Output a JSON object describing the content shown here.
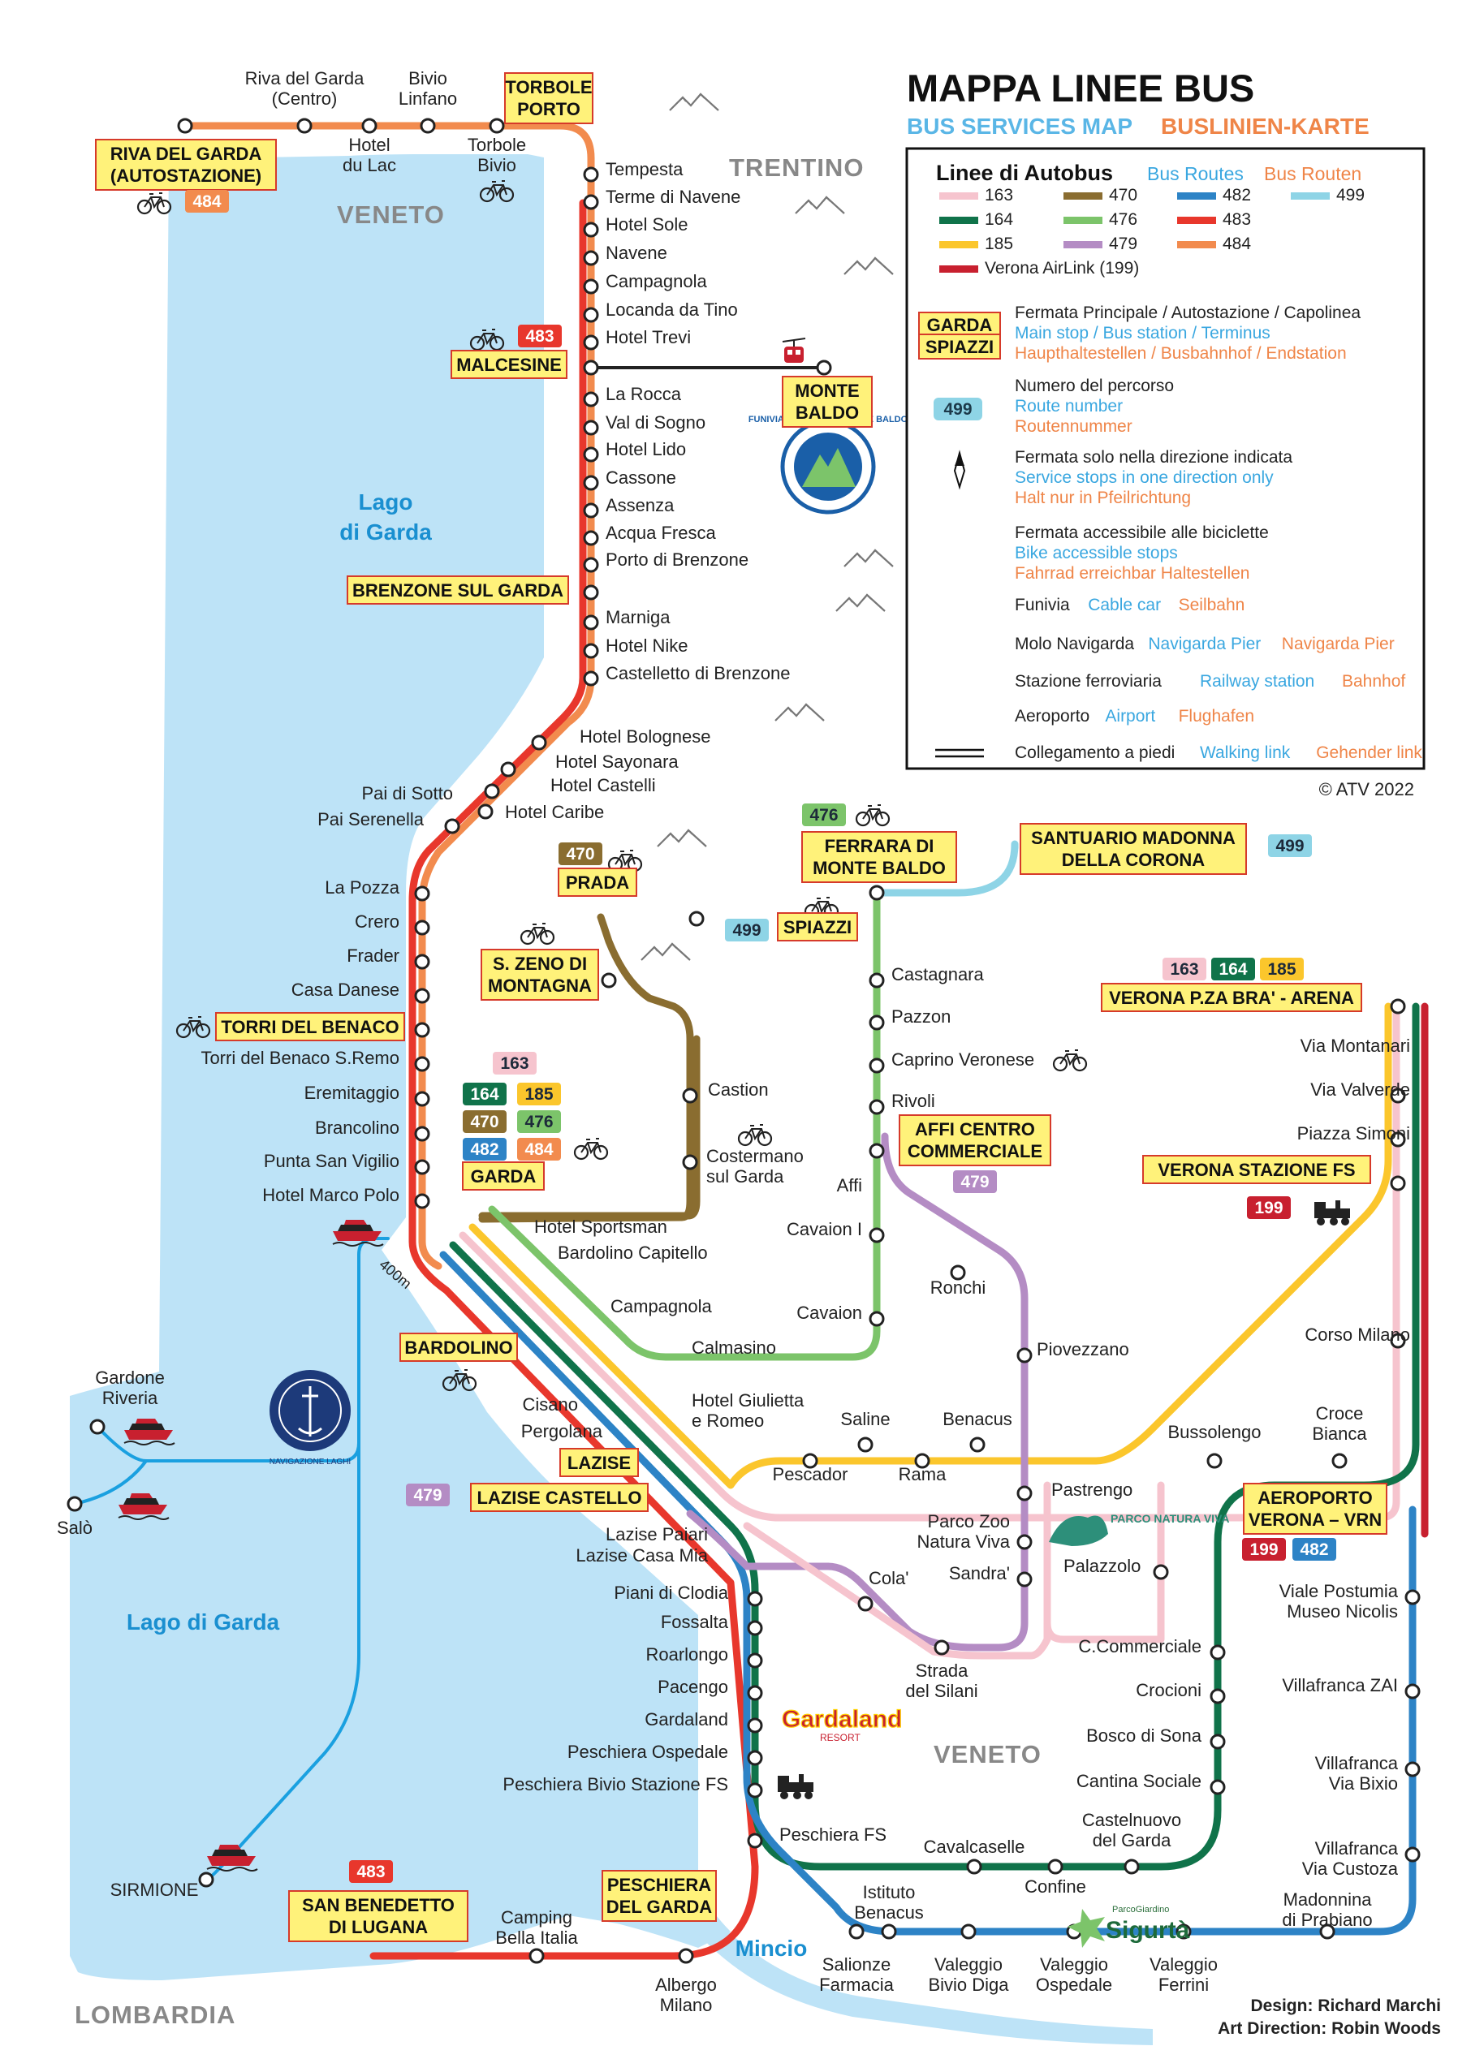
{
  "title": "MAPPA LINEE BUS",
  "subtitle_en": "BUS SERVICES MAP",
  "subtitle_de": "BUSLINIEN-KARTE",
  "copyright": "© ATV 2022",
  "credits": [
    "Design: Richard Marchi",
    "Art Direction: Robin Woods"
  ],
  "regions": [
    "TRENTINO",
    "VENETO",
    "VENETO",
    "LOMBARDIA"
  ],
  "lake_labels": [
    "Lago",
    "di Garda",
    "Lago di Garda",
    "Mincio"
  ],
  "walk_distance": "400m",
  "colors": {
    "163": "#f6c4ce",
    "164": "#10734a",
    "185": "#fbc62c",
    "470": "#8a6d30",
    "476": "#7cc46a",
    "479": "#b48cc4",
    "482": "#2d83c6",
    "483": "#e8372c",
    "484": "#f28b4e",
    "499": "#8ed4e6",
    "199": "#c8202f",
    "lake": "#bde3f7",
    "main_stop_fill": "#fff27a",
    "main_stop_border": "#d63a2a"
  },
  "legend": {
    "heading_it": "Linee di Autobus",
    "heading_en": "Bus Routes",
    "heading_de": "Bus Routen",
    "routes": [
      {
        "code": "163",
        "label": "163"
      },
      {
        "code": "470",
        "label": "470"
      },
      {
        "code": "482",
        "label": "482"
      },
      {
        "code": "499",
        "label": "499"
      },
      {
        "code": "164",
        "label": "164"
      },
      {
        "code": "476",
        "label": "476"
      },
      {
        "code": "483",
        "label": "483"
      },
      {
        "code": "185",
        "label": "185"
      },
      {
        "code": "479",
        "label": "479"
      },
      {
        "code": "484",
        "label": "484"
      },
      {
        "code": "199",
        "label": "Verona AirLink (199)"
      }
    ],
    "items": [
      {
        "symbol": "GARDA SPIAZZI",
        "it": "Fermata Principale / Autostazione / Capolinea",
        "en": "Main stop / Bus station / Terminus",
        "de": "Haupthaltestellen / Busbahnhof / Endstation"
      },
      {
        "symbol": "499",
        "it": "Numero del percorso",
        "en": "Route number",
        "de": "Routennummer"
      },
      {
        "symbol": "arrow",
        "it": "Fermata solo nella direzione indicata",
        "en": "Service stops in one direction only",
        "de": "Halt nur in Pfeilrichtung"
      },
      {
        "symbol": "bike",
        "it": "Fermata accessibile alle biciclette",
        "en": "Bike accessible stops",
        "de": "Fahrrad erreichbar Haltestellen"
      },
      {
        "symbol": "cablecar",
        "it": "Funivia",
        "en": "Cable car",
        "de": "Seilbahn"
      },
      {
        "symbol": "ship",
        "it": "Molo Navigarda",
        "en": "Navigarda Pier",
        "de": "Navigarda Pier"
      },
      {
        "symbol": "train",
        "it": "Stazione ferroviaria",
        "en": "Railway station",
        "de": "Bahnhof"
      },
      {
        "symbol": "plane",
        "it": "Aeroporto",
        "en": "Airport",
        "de": "Flughafen"
      },
      {
        "symbol": "walk",
        "it": "Collegamento a piedi",
        "en": "Walking link",
        "de": "Gehender link"
      }
    ],
    "main_symbol": [
      "GARDA",
      "SPIAZZI"
    ],
    "route_symbol": "499"
  },
  "main_stops": [
    {
      "id": "riva",
      "lines": [
        "RIVA DEL GARDA",
        "(AUTOSTAZIONE)"
      ]
    },
    {
      "id": "torbole",
      "lines": [
        "TORBOLE",
        "PORTO"
      ]
    },
    {
      "id": "malcesine",
      "lines": [
        "MALCESINE"
      ]
    },
    {
      "id": "montebaldo",
      "lines": [
        "MONTE",
        "BALDO"
      ]
    },
    {
      "id": "brenzone",
      "lines": [
        "BRENZONE SUL GARDA"
      ]
    },
    {
      "id": "prada",
      "lines": [
        "PRADA"
      ]
    },
    {
      "id": "szeno",
      "lines": [
        "S. ZENO DI",
        "MONTAGNA"
      ]
    },
    {
      "id": "ferrara",
      "lines": [
        "FERRARA DI",
        "MONTE BALDO"
      ]
    },
    {
      "id": "santuario",
      "lines": [
        "SANTUARIO MADONNA",
        "DELLA CORONA"
      ]
    },
    {
      "id": "spiazzi",
      "lines": [
        "SPIAZZI"
      ]
    },
    {
      "id": "torri",
      "lines": [
        "TORRI DEL BENACO"
      ]
    },
    {
      "id": "garda",
      "lines": [
        "GARDA"
      ]
    },
    {
      "id": "affi",
      "lines": [
        "AFFI CENTRO",
        "COMMERCIALE"
      ]
    },
    {
      "id": "veronabra",
      "lines": [
        "VERONA P.ZA BRA' - ARENA"
      ]
    },
    {
      "id": "veronafs",
      "lines": [
        "VERONA STAZIONE FS"
      ]
    },
    {
      "id": "bardolino",
      "lines": [
        "BARDOLINO"
      ]
    },
    {
      "id": "lazise",
      "lines": [
        "LAZISE"
      ]
    },
    {
      "id": "lazisecastello",
      "lines": [
        "LAZISE CASTELLO"
      ]
    },
    {
      "id": "aeroporto",
      "lines": [
        "AEROPORTO",
        "VERONA – VRN"
      ]
    },
    {
      "id": "sanbenedetto",
      "lines": [
        "SAN BENEDETTO",
        "DI LUGANA"
      ]
    },
    {
      "id": "peschiera",
      "lines": [
        "PESCHIERA",
        "DEL GARDA"
      ]
    }
  ],
  "badges": [
    {
      "code": "484",
      "label": "484"
    },
    {
      "code": "483",
      "label": "483"
    },
    {
      "code": "470",
      "label": "470"
    },
    {
      "code": "476",
      "label": "476"
    },
    {
      "code": "499",
      "label": "499"
    },
    {
      "code": "499",
      "label": "499"
    },
    {
      "code": "163",
      "label": "163"
    },
    {
      "code": "164",
      "label": "164"
    },
    {
      "code": "185",
      "label": "185"
    },
    {
      "code": "163",
      "label": "163"
    },
    {
      "code": "164",
      "label": "164"
    },
    {
      "code": "185",
      "label": "185"
    },
    {
      "code": "470",
      "label": "470"
    },
    {
      "code": "476",
      "label": "476"
    },
    {
      "code": "482",
      "label": "482"
    },
    {
      "code": "484",
      "label": "484"
    },
    {
      "code": "479",
      "label": "479"
    },
    {
      "code": "199",
      "label": "199"
    },
    {
      "code": "479",
      "label": "479"
    },
    {
      "code": "199",
      "label": "199"
    },
    {
      "code": "482",
      "label": "482"
    },
    {
      "code": "483",
      "label": "483"
    }
  ],
  "stops": [
    {
      "id": "s1",
      "lines": [
        "Riva del Garda",
        "(Centro)"
      ]
    },
    {
      "id": "s2",
      "lines": [
        "Bivio",
        "Linfano"
      ]
    },
    {
      "id": "s3",
      "lines": [
        "Hotel",
        "du Lac"
      ]
    },
    {
      "id": "s4",
      "lines": [
        "Torbole",
        "Bivio"
      ]
    },
    {
      "id": "s5",
      "lines": [
        "Tempesta"
      ]
    },
    {
      "id": "s6",
      "lines": [
        "Terme di Navene"
      ]
    },
    {
      "id": "s7",
      "lines": [
        "Hotel Sole"
      ]
    },
    {
      "id": "s8",
      "lines": [
        "Navene"
      ]
    },
    {
      "id": "s9",
      "lines": [
        "Campagnola"
      ]
    },
    {
      "id": "s10",
      "lines": [
        "Locanda da Tino"
      ]
    },
    {
      "id": "s11",
      "lines": [
        "Hotel Trevi"
      ]
    },
    {
      "id": "s12",
      "lines": [
        "La Rocca"
      ]
    },
    {
      "id": "s13",
      "lines": [
        "Val di Sogno"
      ]
    },
    {
      "id": "s14",
      "lines": [
        "Hotel Lido"
      ]
    },
    {
      "id": "s15",
      "lines": [
        "Cassone"
      ]
    },
    {
      "id": "s16",
      "lines": [
        "Assenza"
      ]
    },
    {
      "id": "s17",
      "lines": [
        "Acqua Fresca"
      ]
    },
    {
      "id": "s18",
      "lines": [
        "Porto di Brenzone"
      ]
    },
    {
      "id": "s19",
      "lines": [
        "Marniga"
      ]
    },
    {
      "id": "s20",
      "lines": [
        "Hotel Nike"
      ]
    },
    {
      "id": "s21",
      "lines": [
        "Castelletto di Brenzone"
      ]
    },
    {
      "id": "s22",
      "lines": [
        "Hotel Bolognese"
      ]
    },
    {
      "id": "s23",
      "lines": [
        "Hotel Sayonara"
      ]
    },
    {
      "id": "s24",
      "lines": [
        "Hotel Castelli"
      ]
    },
    {
      "id": "s25",
      "lines": [
        "Hotel Caribe"
      ]
    },
    {
      "id": "s26",
      "lines": [
        "Pai di Sotto"
      ]
    },
    {
      "id": "s27",
      "lines": [
        "Pai Serenella"
      ]
    },
    {
      "id": "s28",
      "lines": [
        "La Pozza"
      ]
    },
    {
      "id": "s29",
      "lines": [
        "Crero"
      ]
    },
    {
      "id": "s30",
      "lines": [
        "Frader"
      ]
    },
    {
      "id": "s31",
      "lines": [
        "Casa Danese"
      ]
    },
    {
      "id": "s32",
      "lines": [
        "Torri del Benaco S.Remo"
      ]
    },
    {
      "id": "s33",
      "lines": [
        "Eremitaggio"
      ]
    },
    {
      "id": "s34",
      "lines": [
        "Brancolino"
      ]
    },
    {
      "id": "s35",
      "lines": [
        "Punta San Vigilio"
      ]
    },
    {
      "id": "s36",
      "lines": [
        "Hotel Marco Polo"
      ]
    },
    {
      "id": "s37",
      "lines": [
        "Hotel Sportsman"
      ]
    },
    {
      "id": "s38",
      "lines": [
        "Bardolino Capitello"
      ]
    },
    {
      "id": "s39",
      "lines": [
        "Campagnola"
      ]
    },
    {
      "id": "s40",
      "lines": [
        "Calmasino"
      ]
    },
    {
      "id": "s41",
      "lines": [
        "Castion"
      ]
    },
    {
      "id": "s42",
      "lines": [
        "Costermano",
        "sul Garda"
      ]
    },
    {
      "id": "s43",
      "lines": [
        "Castagnara"
      ]
    },
    {
      "id": "s44",
      "lines": [
        "Pazzon"
      ]
    },
    {
      "id": "s45",
      "lines": [
        "Caprino Veronese"
      ]
    },
    {
      "id": "s46",
      "lines": [
        "Rivoli"
      ]
    },
    {
      "id": "s47",
      "lines": [
        "Affi"
      ]
    },
    {
      "id": "s48",
      "lines": [
        "Cavaion I"
      ]
    },
    {
      "id": "s49",
      "lines": [
        "Cavaion"
      ]
    },
    {
      "id": "s50",
      "lines": [
        "Ronchi"
      ]
    },
    {
      "id": "s51",
      "lines": [
        "Piovezzano"
      ]
    },
    {
      "id": "s52",
      "lines": [
        "Via Montanari"
      ]
    },
    {
      "id": "s53",
      "lines": [
        "Via Valverde"
      ]
    },
    {
      "id": "s54",
      "lines": [
        "Piazza Simoni"
      ]
    },
    {
      "id": "s55",
      "lines": [
        "Corso Milano"
      ]
    },
    {
      "id": "s56",
      "lines": [
        "Cisano"
      ]
    },
    {
      "id": "s57",
      "lines": [
        "Pergolana"
      ]
    },
    {
      "id": "s58",
      "lines": [
        "Hotel Giulietta",
        "e Romeo"
      ]
    },
    {
      "id": "s59",
      "lines": [
        "Saline"
      ]
    },
    {
      "id": "s60",
      "lines": [
        "Benacus"
      ]
    },
    {
      "id": "s61",
      "lines": [
        "Pescador"
      ]
    },
    {
      "id": "s62",
      "lines": [
        "Rama"
      ]
    },
    {
      "id": "s63",
      "lines": [
        "Bussolengo"
      ]
    },
    {
      "id": "s64",
      "lines": [
        "Croce",
        "Bianca"
      ]
    },
    {
      "id": "s65",
      "lines": [
        "Pastrengo"
      ]
    },
    {
      "id": "s66",
      "lines": [
        "Parco Zoo",
        "Natura Viva"
      ]
    },
    {
      "id": "s67",
      "lines": [
        "Sandra'"
      ]
    },
    {
      "id": "s68",
      "lines": [
        "Palazzolo"
      ]
    },
    {
      "id": "s69",
      "lines": [
        "Cola'"
      ]
    },
    {
      "id": "s70",
      "lines": [
        "Lazise Paiari"
      ]
    },
    {
      "id": "s71",
      "lines": [
        "Lazise Casa Mia"
      ]
    },
    {
      "id": "s72",
      "lines": [
        "Strada",
        "del Silani"
      ]
    },
    {
      "id": "s73",
      "lines": [
        "Piani di Clodia"
      ]
    },
    {
      "id": "s74",
      "lines": [
        "Fossalta"
      ]
    },
    {
      "id": "s75",
      "lines": [
        "Roarlongo"
      ]
    },
    {
      "id": "s76",
      "lines": [
        "Pacengo"
      ]
    },
    {
      "id": "s77",
      "lines": [
        "Gardaland"
      ]
    },
    {
      "id": "s78",
      "lines": [
        "Peschiera Ospedale"
      ]
    },
    {
      "id": "s79",
      "lines": [
        "Peschiera Bivio Stazione FS"
      ]
    },
    {
      "id": "s80",
      "lines": [
        "Peschiera FS"
      ]
    },
    {
      "id": "s81",
      "lines": [
        "C.Commerciale"
      ]
    },
    {
      "id": "s82",
      "lines": [
        "Crocioni"
      ]
    },
    {
      "id": "s83",
      "lines": [
        "Bosco di Sona"
      ]
    },
    {
      "id": "s84",
      "lines": [
        "Cantina Sociale"
      ]
    },
    {
      "id": "s85",
      "lines": [
        "Castelnuovo",
        "del Garda"
      ]
    },
    {
      "id": "s86",
      "lines": [
        "Cavalcaselle"
      ]
    },
    {
      "id": "s87",
      "lines": [
        "Confine"
      ]
    },
    {
      "id": "s88",
      "lines": [
        "Istituto",
        "Benacus"
      ]
    },
    {
      "id": "s89",
      "lines": [
        "Viale Postumia",
        "Museo Nicolis"
      ]
    },
    {
      "id": "s90",
      "lines": [
        "Villafranca ZAI"
      ]
    },
    {
      "id": "s91",
      "lines": [
        "Villafranca",
        "Via Bixio"
      ]
    },
    {
      "id": "s92",
      "lines": [
        "Villafranca",
        "Via Custoza"
      ]
    },
    {
      "id": "s93",
      "lines": [
        "Madonnina",
        "di Prabiano"
      ]
    },
    {
      "id": "s94",
      "lines": [
        "Salionze",
        "Farmacia"
      ]
    },
    {
      "id": "s95",
      "lines": [
        "Valeggio",
        "Bivio Diga"
      ]
    },
    {
      "id": "s96",
      "lines": [
        "Valeggio",
        "Ospedale"
      ]
    },
    {
      "id": "s97",
      "lines": [
        "Valeggio",
        "Ferrini"
      ]
    },
    {
      "id": "s98",
      "lines": [
        "Camping",
        "Bella Italia"
      ]
    },
    {
      "id": "s99",
      "lines": [
        "Albergo",
        "Milano"
      ]
    },
    {
      "id": "s100",
      "lines": [
        "SIRMIONE"
      ]
    },
    {
      "id": "s101",
      "lines": [
        "Gardone",
        "Riveria"
      ]
    },
    {
      "id": "s102",
      "lines": [
        "Salò"
      ]
    }
  ],
  "logos": {
    "funivia": "FUNIVIA MALCESINE MONTE BALDO",
    "gardaland": "Gardaland",
    "gardaland_sub": "RESORT",
    "parco": "PARCO NATURA VIVA",
    "sigurta_pre": "ParcoGiardino",
    "sigurta": "Sigurtà",
    "navigazione": "NAVIGAZIONE LAGHI"
  }
}
